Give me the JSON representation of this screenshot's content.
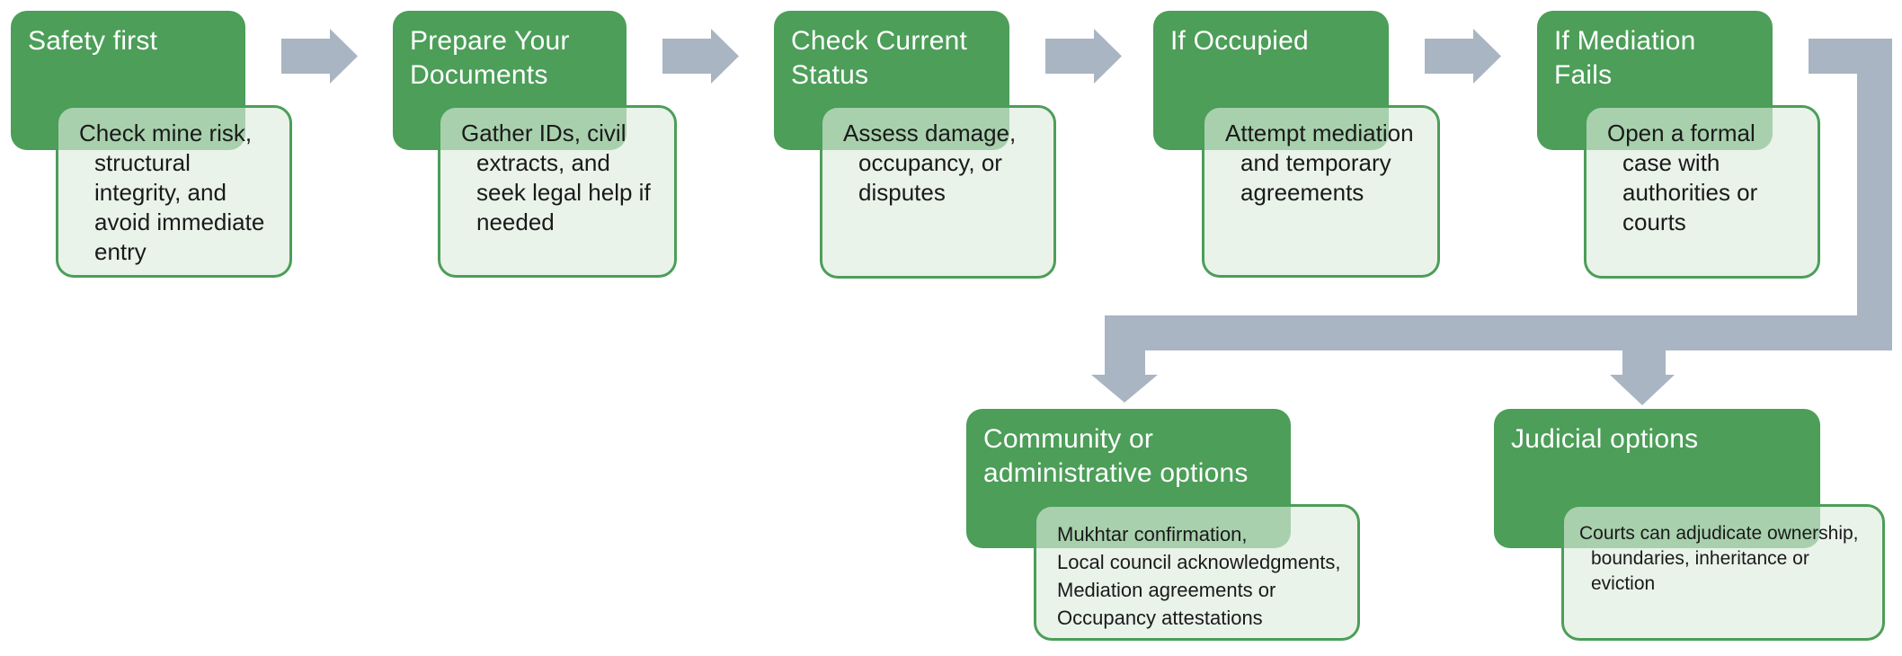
{
  "diagram": {
    "description": "Flowchart of steps for reclaiming property, ending in two branch options",
    "colors": {
      "step_fill": "#4C9E58",
      "detail_fill": "#E9F3EA",
      "detail_border": "#4C9E58",
      "connector_gray": "#A9B5C2",
      "title_text": "#ffffff",
      "body_text": "#1a1a1a",
      "background": "#ffffff"
    },
    "steps": [
      {
        "title": "Safety first",
        "body": "Check mine risk, structural integrity, and avoid immediate entry"
      },
      {
        "title": "Prepare Your Documents",
        "body": "Gather IDs, civil extracts, and seek legal help if needed"
      },
      {
        "title": "Check Current Status",
        "body": "Assess damage, occupancy, or disputes"
      },
      {
        "title": "If Occupied",
        "body": "Attempt mediation and temporary agreements"
      },
      {
        "title": "If Mediation Fails",
        "body": "Open a formal case with authorities or courts"
      },
      {
        "title": "Community or administrative options",
        "body_lines": [
          "Mukhtar confirmation,",
          "Local council acknowledgments,",
          "Mediation agreements or",
          "Occupancy attestations"
        ]
      },
      {
        "title": "Judicial options",
        "body": "Courts can adjudicate ownership, boundaries, inheritance or eviction"
      }
    ]
  }
}
